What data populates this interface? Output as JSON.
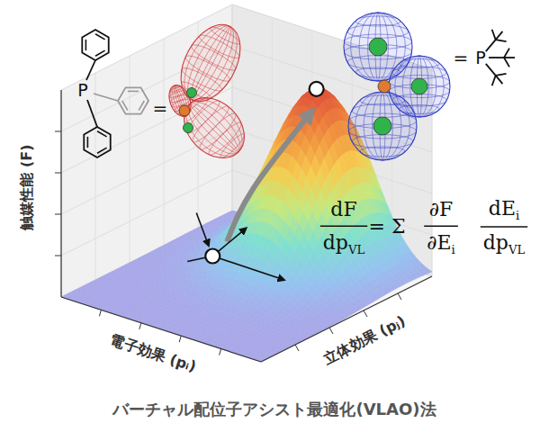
{
  "diagram": {
    "title": "バーチャル配位子アシスト最適化(VLAO)法",
    "labels": [
      "P",
      "=",
      "=",
      "P",
      "触媒性能 (F)",
      "dF",
      "dp",
      "VL",
      "= Σ",
      "∂F",
      "∂E",
      "i",
      "dE",
      "i",
      "dp",
      "VL",
      "電子効果 (pᵢ)",
      "立体効果 (pⱼ)"
    ]
  }
}
